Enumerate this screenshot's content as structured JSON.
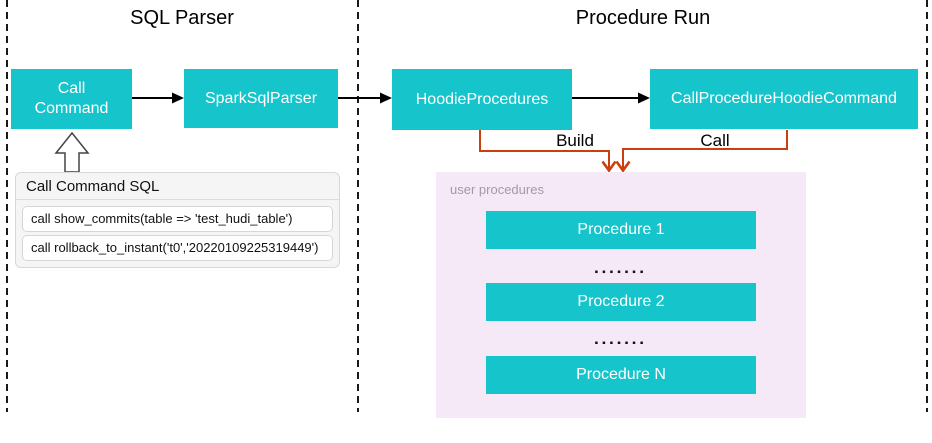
{
  "sections": {
    "sql_parser": {
      "title": "SQL Parser"
    },
    "procedure_run": {
      "title": "Procedure Run"
    }
  },
  "nodes": {
    "call_command": "Call\nCommand",
    "spark_sql_parser": "SparkSqlParser",
    "hoodie_procedures": "HoodieProcedures",
    "call_procedure_hoodie_command": "CallProcedureHoodieCommand"
  },
  "edges": {
    "build_label": "Build",
    "call_label": "Call"
  },
  "sql_panel": {
    "title": "Call Command SQL",
    "rows": [
      "call show_commits(table => 'test_hudi_table')",
      "call rollback_to_instant('t0','20220109225319449')"
    ]
  },
  "user_procedures": {
    "label": "user procedures",
    "items": [
      "Procedure 1",
      "Procedure 2",
      "Procedure N"
    ],
    "dots": "▪▪▪▪▪▪▪"
  },
  "colors": {
    "node_fill": "#15C5CB",
    "panel_fill": "#F5E9F7",
    "connector_orange": "#CC3E0C",
    "arrow_black": "#000000"
  }
}
